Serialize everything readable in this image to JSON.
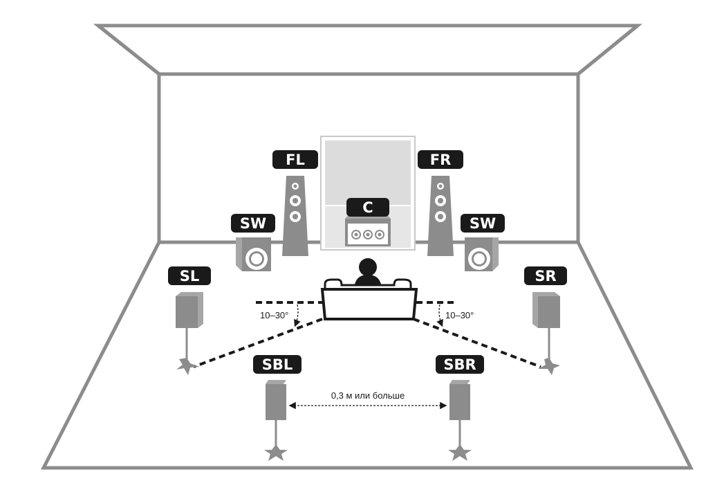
{
  "speakers": {
    "fl": "FL",
    "fr": "FR",
    "c": "C",
    "sw_left": "SW",
    "sw_right": "SW",
    "sl": "SL",
    "sr": "SR",
    "sbl": "SBL",
    "sbr": "SBR"
  },
  "annotations": {
    "angle_left": "10–30°",
    "angle_right": "10–30°",
    "distance": "0,3 м или больше"
  },
  "colors": {
    "room_line": "#8c8c8c",
    "speaker": "#8c8c8c",
    "label_bg": "#1a1a1a",
    "label_text": "#ffffff"
  }
}
